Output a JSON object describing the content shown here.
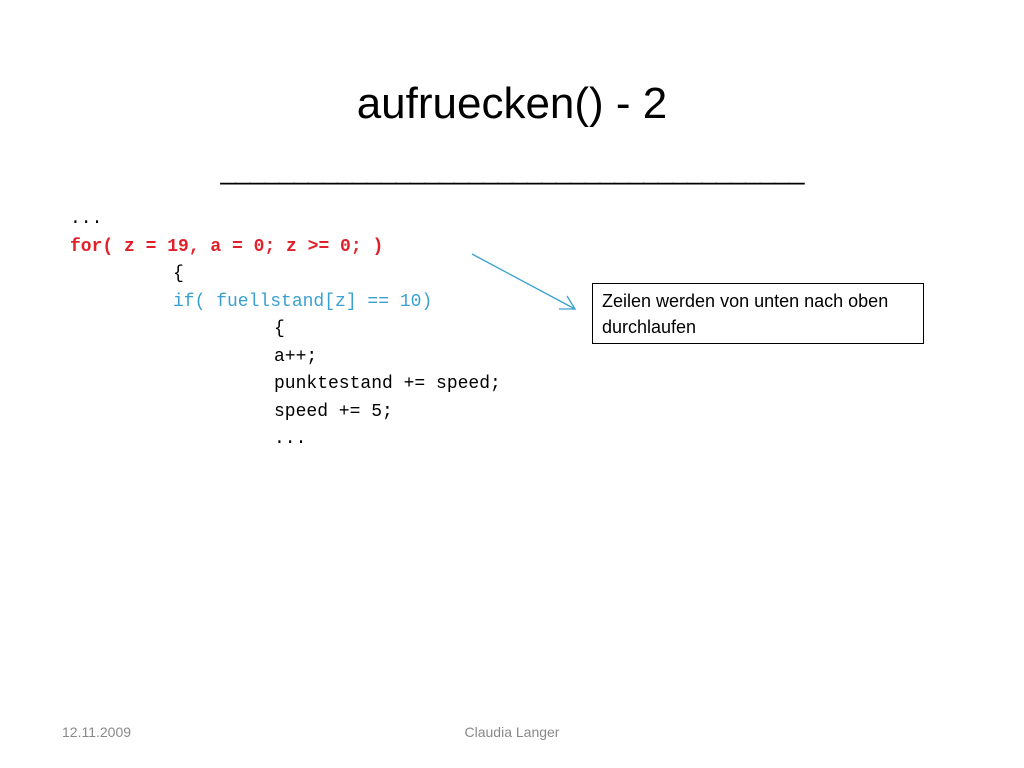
{
  "slide": {
    "title": "aufruecken() - 2",
    "rule": "________________________________________"
  },
  "colors": {
    "default_text": "#000000",
    "for_statement": "#e0202a",
    "if_statement": "#3aa0d0",
    "arrow": "#3aa0d0",
    "footer": "#898989"
  },
  "code": {
    "lines": [
      {
        "text": "...",
        "color": "default_text"
      },
      {
        "text": "for( z = 19, a = 0; z >= 0; )",
        "color": "for_statement"
      },
      {
        "text": "{",
        "color": "default_text"
      },
      {
        "text": "if( fuellstand[z] == 10)",
        "color": "if_statement"
      },
      {
        "text": "{",
        "color": "default_text"
      },
      {
        "text": "a++;",
        "color": "default_text"
      },
      {
        "text": "punktestand += speed;",
        "color": "default_text"
      },
      {
        "text": "speed += 5;",
        "color": "default_text"
      },
      {
        "text": "...",
        "color": "default_text"
      }
    ]
  },
  "callout": {
    "text": "Zeilen werden von unten nach oben durchlaufen"
  },
  "footer": {
    "date": "12.11.2009",
    "author": "Claudia Langer"
  }
}
